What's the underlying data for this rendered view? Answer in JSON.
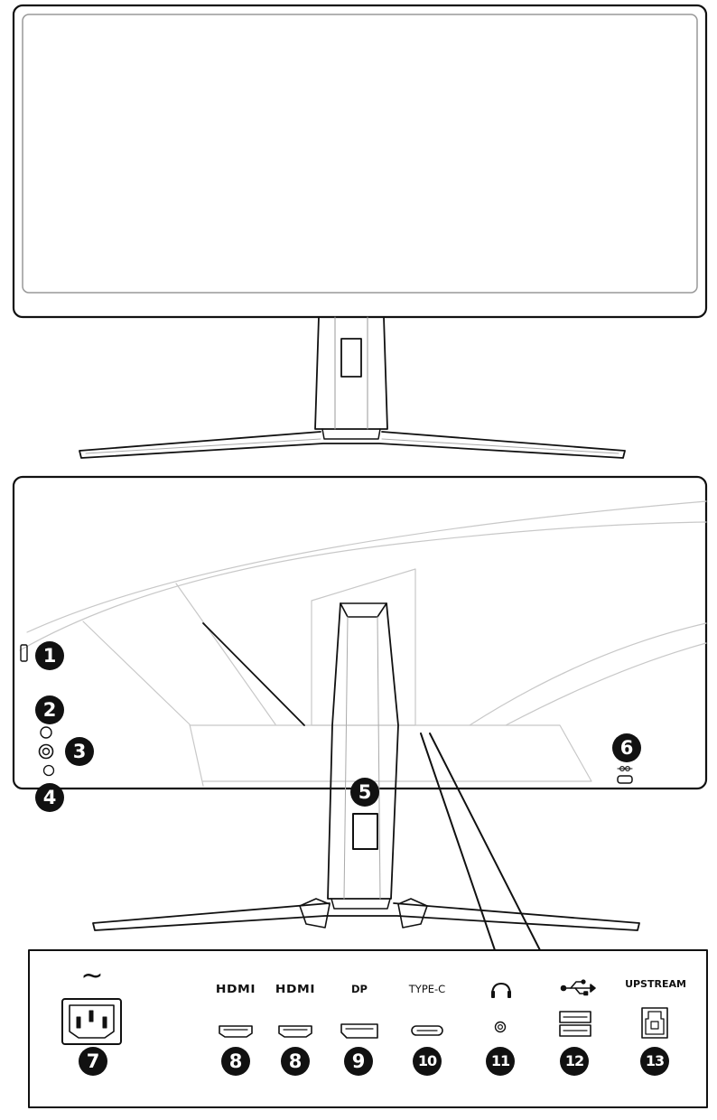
{
  "callouts": {
    "c1": "1",
    "c2": "2",
    "c3": "3",
    "c4": "4",
    "c5": "5",
    "c6": "6",
    "c7": "7",
    "c8a": "8",
    "c8b": "8",
    "c9": "9",
    "c10": "10",
    "c11": "11",
    "c12": "12",
    "c13": "13"
  },
  "ports": {
    "power_symbol": "~",
    "hdmi1": "HDMI",
    "hdmi2": "HDMI",
    "dp": "DP",
    "typec": "TYPE-C",
    "upstream": "UPSTREAM"
  },
  "icons": [
    "ac-power-symbol",
    "ac-power-inlet",
    "hdmi-port",
    "displayport-port",
    "usb-c-port",
    "headphone-icon",
    "audio-jack",
    "usb-icon",
    "usb-a-ports",
    "usb-b-port",
    "kensington-lock-icon",
    "power-led",
    "joystick-button",
    "power-button",
    "cable-hole"
  ]
}
